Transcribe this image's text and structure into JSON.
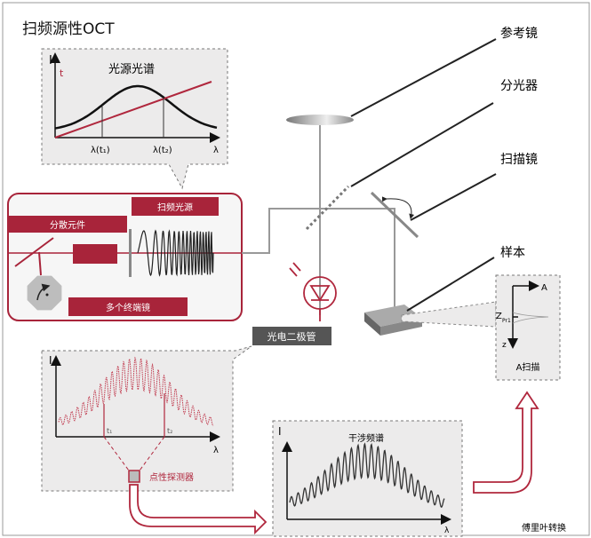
{
  "title": "扫频源性OCT",
  "source_spectrum": {
    "title": "光源光谱",
    "y_label": "I",
    "t_label": "t",
    "x_label": "λ",
    "marker1": "λ(t₁)",
    "marker2": "λ(t₂)"
  },
  "swept_source": {
    "label": "扫频光源",
    "dispersive_label": "分散元件",
    "mirrors_label": "多个终端镜"
  },
  "components": {
    "reference_mirror": "参考镜",
    "beam_splitter": "分光器",
    "scan_mirror": "扫描镜",
    "sample": "样本",
    "photodiode": "光电二极管"
  },
  "ascan": {
    "axis_a": "A",
    "axis_z": "z",
    "depth_label": "Z",
    "depth_sub": "Pr1",
    "label": "A扫描"
  },
  "detector_plot": {
    "y_label": "I",
    "x_label": "λ",
    "t1": "t₁",
    "t2": "t₂",
    "detector_label": "点性探测器"
  },
  "interference": {
    "title": "干涉频谱",
    "y_label": "I",
    "x_label": "λ"
  },
  "fourier_label": "傅里叶转换",
  "colors": {
    "accent": "#a8243a",
    "beam": "#9a9a9a",
    "panel": "#ecebeb",
    "dark_label": "#555555"
  }
}
